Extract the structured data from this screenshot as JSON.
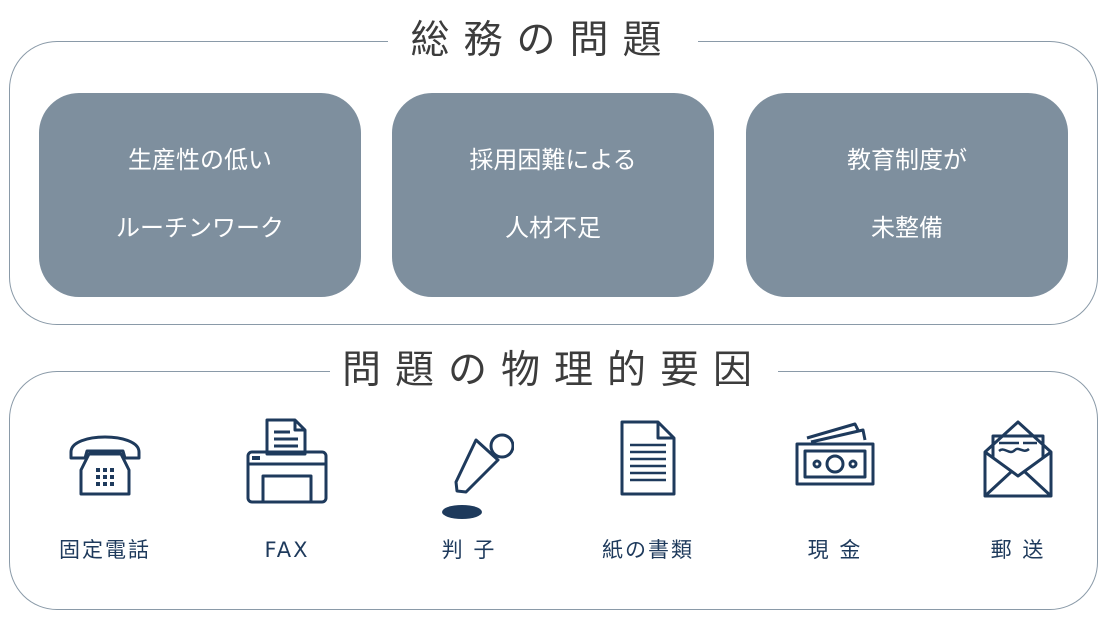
{
  "top_section": {
    "title": "総務の問題",
    "cards": [
      {
        "line1": "生産性の低い",
        "line2": "ルーチンワーク"
      },
      {
        "line1": "採用困難による",
        "line2": "人材不足"
      },
      {
        "line1": "教育制度が",
        "line2": "未整備"
      }
    ]
  },
  "bottom_section": {
    "title": "問題の物理的要因",
    "items": [
      {
        "label": "固定電話",
        "icon": "telephone-icon"
      },
      {
        "label": "FAX",
        "icon": "fax-machine-icon"
      },
      {
        "label": "判 子",
        "icon": "stamp-icon"
      },
      {
        "label": "紙の書類",
        "icon": "paper-document-icon"
      },
      {
        "label": "現 金",
        "icon": "cash-icon"
      },
      {
        "label": "郵 送",
        "icon": "mail-envelope-icon"
      }
    ]
  },
  "colors": {
    "panel_border": "#8a9aa8",
    "card_fill": "#7e8f9e",
    "icon_navy": "#1e3a5c"
  }
}
